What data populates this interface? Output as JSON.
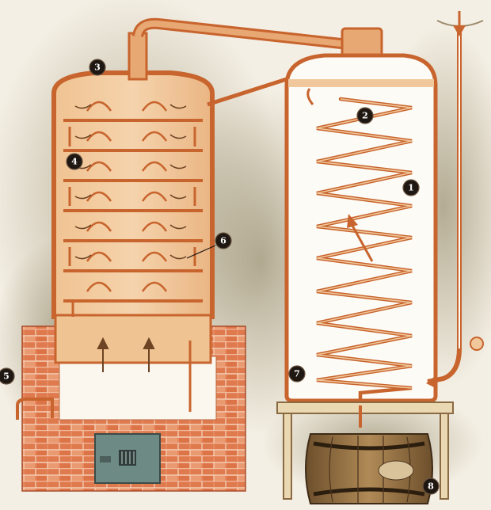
{
  "markers": [
    {
      "id": "marker-1",
      "label": "1"
    },
    {
      "id": "marker-2",
      "label": "2"
    },
    {
      "id": "marker-3",
      "label": "3"
    },
    {
      "id": "marker-4",
      "label": "4"
    },
    {
      "id": "marker-5",
      "label": "5"
    },
    {
      "id": "marker-6",
      "label": "6"
    },
    {
      "id": "marker-7",
      "label": "7"
    },
    {
      "id": "marker-8",
      "label": "8"
    }
  ],
  "colors": {
    "copper": "#c8642d",
    "copper_light": "#e8a874",
    "liquid": "#f1c89b",
    "brick": "#d9704a",
    "wood": "#8a6a42",
    "background_shading": "#8a7c57",
    "water": "#ffffff"
  }
}
